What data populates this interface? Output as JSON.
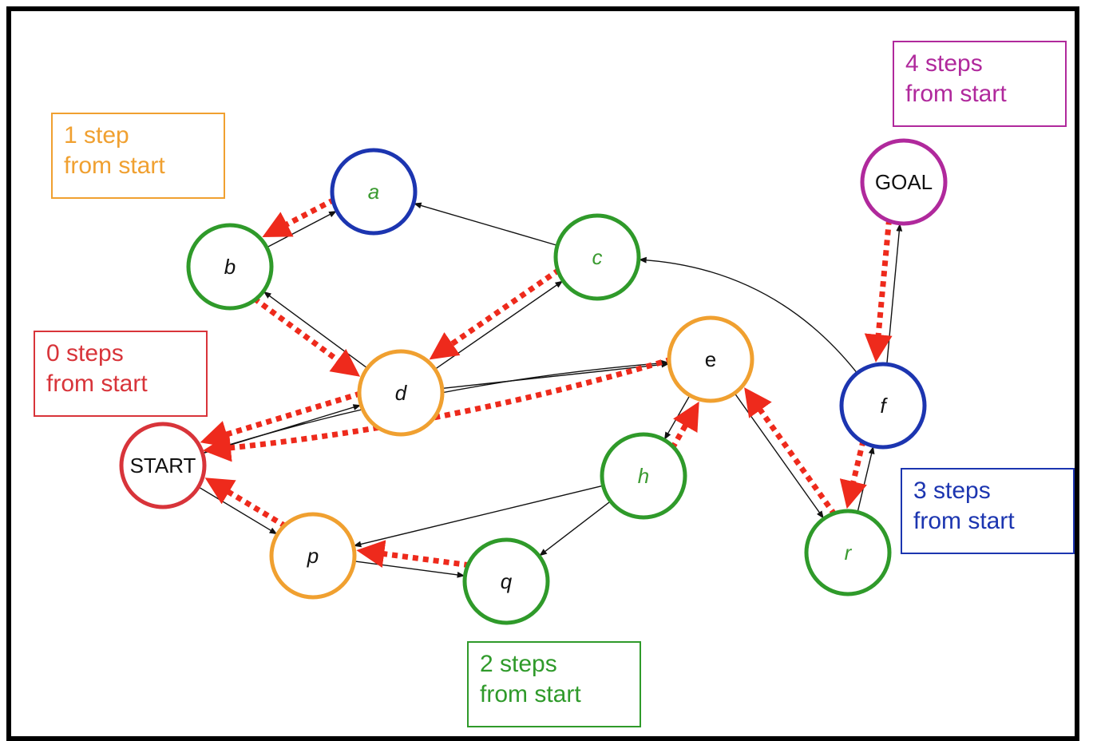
{
  "diagram": {
    "title": "",
    "colors": {
      "step0": "#d8343a",
      "step1": "#f0a030",
      "step2": "#2f9a2a",
      "step3": "#1c35b0",
      "step4": "#b0299c",
      "edge": "#111111",
      "backpointer": "#ee2a1c",
      "label_black": "#111111",
      "label_green": "#3a9a30"
    },
    "legends": [
      {
        "id": "step0",
        "line1": "0 steps",
        "line2": "from start"
      },
      {
        "id": "step1",
        "line1": "1 step",
        "line2": "from start"
      },
      {
        "id": "step2",
        "line1": "2 steps",
        "line2": "from start"
      },
      {
        "id": "step3",
        "line1": "3 steps",
        "line2": "from start"
      },
      {
        "id": "step4",
        "line1": "4 steps",
        "line2": "from start"
      }
    ],
    "nodes": [
      {
        "id": "START",
        "label": "START",
        "level": "step0",
        "italic": false,
        "label_color": "label_black"
      },
      {
        "id": "a",
        "label": "a",
        "level": "step3",
        "italic": true,
        "label_color": "label_green"
      },
      {
        "id": "b",
        "label": "b",
        "level": "step2",
        "italic": true,
        "label_color": "label_black"
      },
      {
        "id": "c",
        "label": "c",
        "level": "step2",
        "italic": true,
        "label_color": "label_green"
      },
      {
        "id": "d",
        "label": "d",
        "level": "step1",
        "italic": true,
        "label_color": "label_black"
      },
      {
        "id": "e",
        "label": "e",
        "level": "step1",
        "italic": false,
        "label_color": "label_black"
      },
      {
        "id": "f",
        "label": "f",
        "level": "step3",
        "italic": true,
        "label_color": "label_black"
      },
      {
        "id": "GOAL",
        "label": "GOAL",
        "level": "step4",
        "italic": false,
        "label_color": "label_black"
      },
      {
        "id": "h",
        "label": "h",
        "level": "step2",
        "italic": true,
        "label_color": "label_green"
      },
      {
        "id": "p",
        "label": "p",
        "level": "step1",
        "italic": true,
        "label_color": "label_black"
      },
      {
        "id": "q",
        "label": "q",
        "level": "step2",
        "italic": true,
        "label_color": "label_black"
      },
      {
        "id": "r",
        "label": "r",
        "level": "step2",
        "italic": true,
        "label_color": "label_green"
      }
    ],
    "edges": [
      {
        "from": "START",
        "to": "d"
      },
      {
        "from": "START",
        "to": "e"
      },
      {
        "from": "START",
        "to": "p"
      },
      {
        "from": "b",
        "to": "a"
      },
      {
        "from": "c",
        "to": "a"
      },
      {
        "from": "d",
        "to": "b"
      },
      {
        "from": "d",
        "to": "c"
      },
      {
        "from": "d",
        "to": "e"
      },
      {
        "from": "e",
        "to": "h"
      },
      {
        "from": "e",
        "to": "r"
      },
      {
        "from": "f",
        "to": "c"
      },
      {
        "from": "f",
        "to": "GOAL"
      },
      {
        "from": "h",
        "to": "p"
      },
      {
        "from": "h",
        "to": "q"
      },
      {
        "from": "p",
        "to": "q"
      },
      {
        "from": "r",
        "to": "f"
      }
    ],
    "backpointers": [
      {
        "from": "a",
        "to": "b"
      },
      {
        "from": "b",
        "to": "d"
      },
      {
        "from": "c",
        "to": "d"
      },
      {
        "from": "d",
        "to": "START"
      },
      {
        "from": "e",
        "to": "START"
      },
      {
        "from": "p",
        "to": "START"
      },
      {
        "from": "q",
        "to": "p"
      },
      {
        "from": "h",
        "to": "e"
      },
      {
        "from": "r",
        "to": "e"
      },
      {
        "from": "f",
        "to": "r"
      },
      {
        "from": "GOAL",
        "to": "f"
      }
    ]
  }
}
